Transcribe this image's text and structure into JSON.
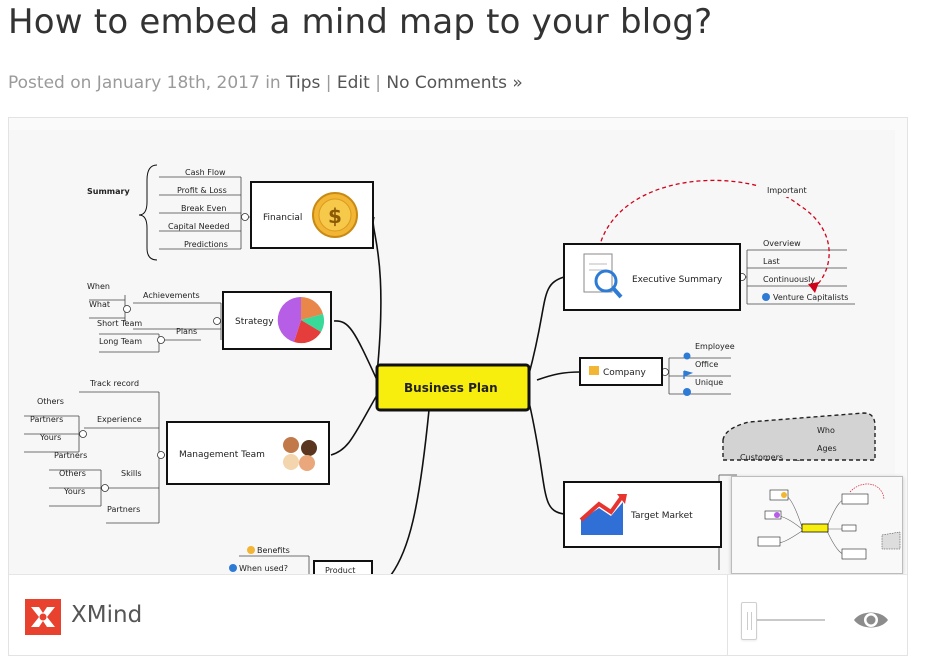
{
  "post": {
    "title": "How to embed a mind map to your blog?",
    "posted_on": "Posted on January 18th, 2017 in",
    "category": "Tips",
    "sep1": "|",
    "edit": "Edit",
    "sep2": "|",
    "comments": "No Comments »"
  },
  "mindmap": {
    "center": "Business Plan",
    "financial": {
      "label": "Financial",
      "summary": "Summary",
      "items": [
        "Cash Flow",
        "Profit & Loss",
        "Break Even",
        "Capital Needed",
        "Predictions"
      ]
    },
    "strategy": {
      "label": "Strategy",
      "achievements": "Achievements",
      "achievements_items": [
        "When",
        "What"
      ],
      "plans": "Plans",
      "plans_items": [
        "Short Team",
        "Long Team"
      ]
    },
    "management": {
      "label": "Management Team",
      "track_record": "Track record",
      "experience": "Experience",
      "experience_items": [
        "Others",
        "Partners",
        "Yours"
      ],
      "skills": "Skills",
      "skills_items": [
        "Partners",
        "Others",
        "Yours"
      ],
      "partners": "Partners"
    },
    "product": {
      "label": "Product",
      "benefits": "Benefits",
      "when_used": "When used?"
    },
    "executive": {
      "label": "Executive Summary",
      "important": "Important",
      "items": [
        "Overview",
        "Last",
        "Continuously",
        "Venture Capitalists"
      ]
    },
    "company": {
      "label": "Company",
      "items": [
        "Employee",
        "Office",
        "Unique"
      ]
    },
    "target": {
      "label": "Target Market",
      "customers": "Customers",
      "customer_items": [
        "Who",
        "Ages"
      ]
    },
    "colors": {
      "center_fill": "#f7ee0e",
      "relationship": "#d0021b",
      "accent_blue": "#2e7bd6"
    }
  },
  "viewer": {
    "brand": "XMind",
    "zoom_level": 0.15,
    "icons": {
      "logo": "xmind-logo-icon",
      "preview": "eye-icon"
    }
  }
}
